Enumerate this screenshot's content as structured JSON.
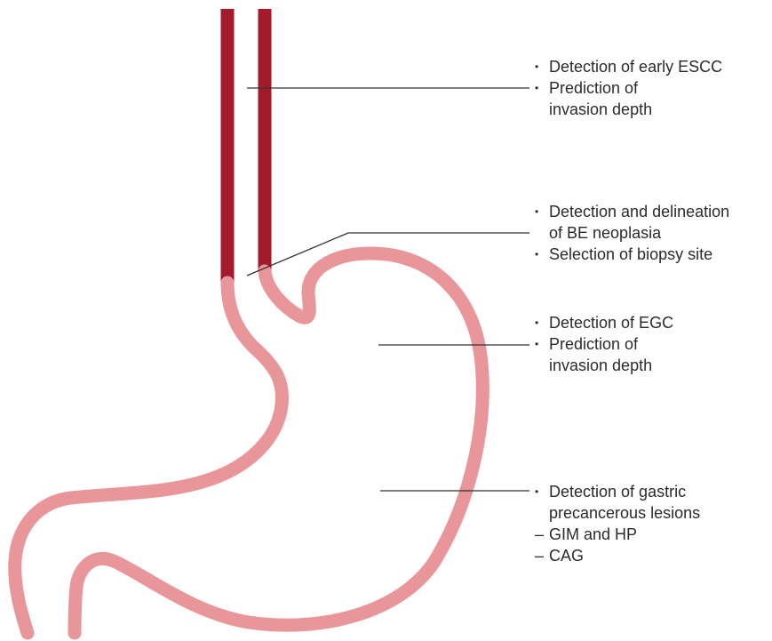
{
  "colors": {
    "esophagus_dark": "#a31b2a",
    "stomach_pink": "#e9969a",
    "leader_line": "#333333",
    "text": "#2b2b2b"
  },
  "annotations": {
    "esophagus": {
      "line1": "Detection of early ESCC",
      "line2": "Prediction of",
      "line3": "invasion depth"
    },
    "barrett": {
      "line1": "Detection and delineation",
      "line2": "of BE neoplasia",
      "line3": "Selection of biopsy site"
    },
    "gastric": {
      "line1": "Detection of EGC",
      "line2": "Prediction of",
      "line3": "invasion depth"
    },
    "precancerous": {
      "line1": "Detection of gastric",
      "line2": "precancerous lesions",
      "line3": "GIM and HP",
      "line4": "CAG"
    }
  },
  "glyphs": {
    "bullet": "•",
    "dash": "–"
  }
}
